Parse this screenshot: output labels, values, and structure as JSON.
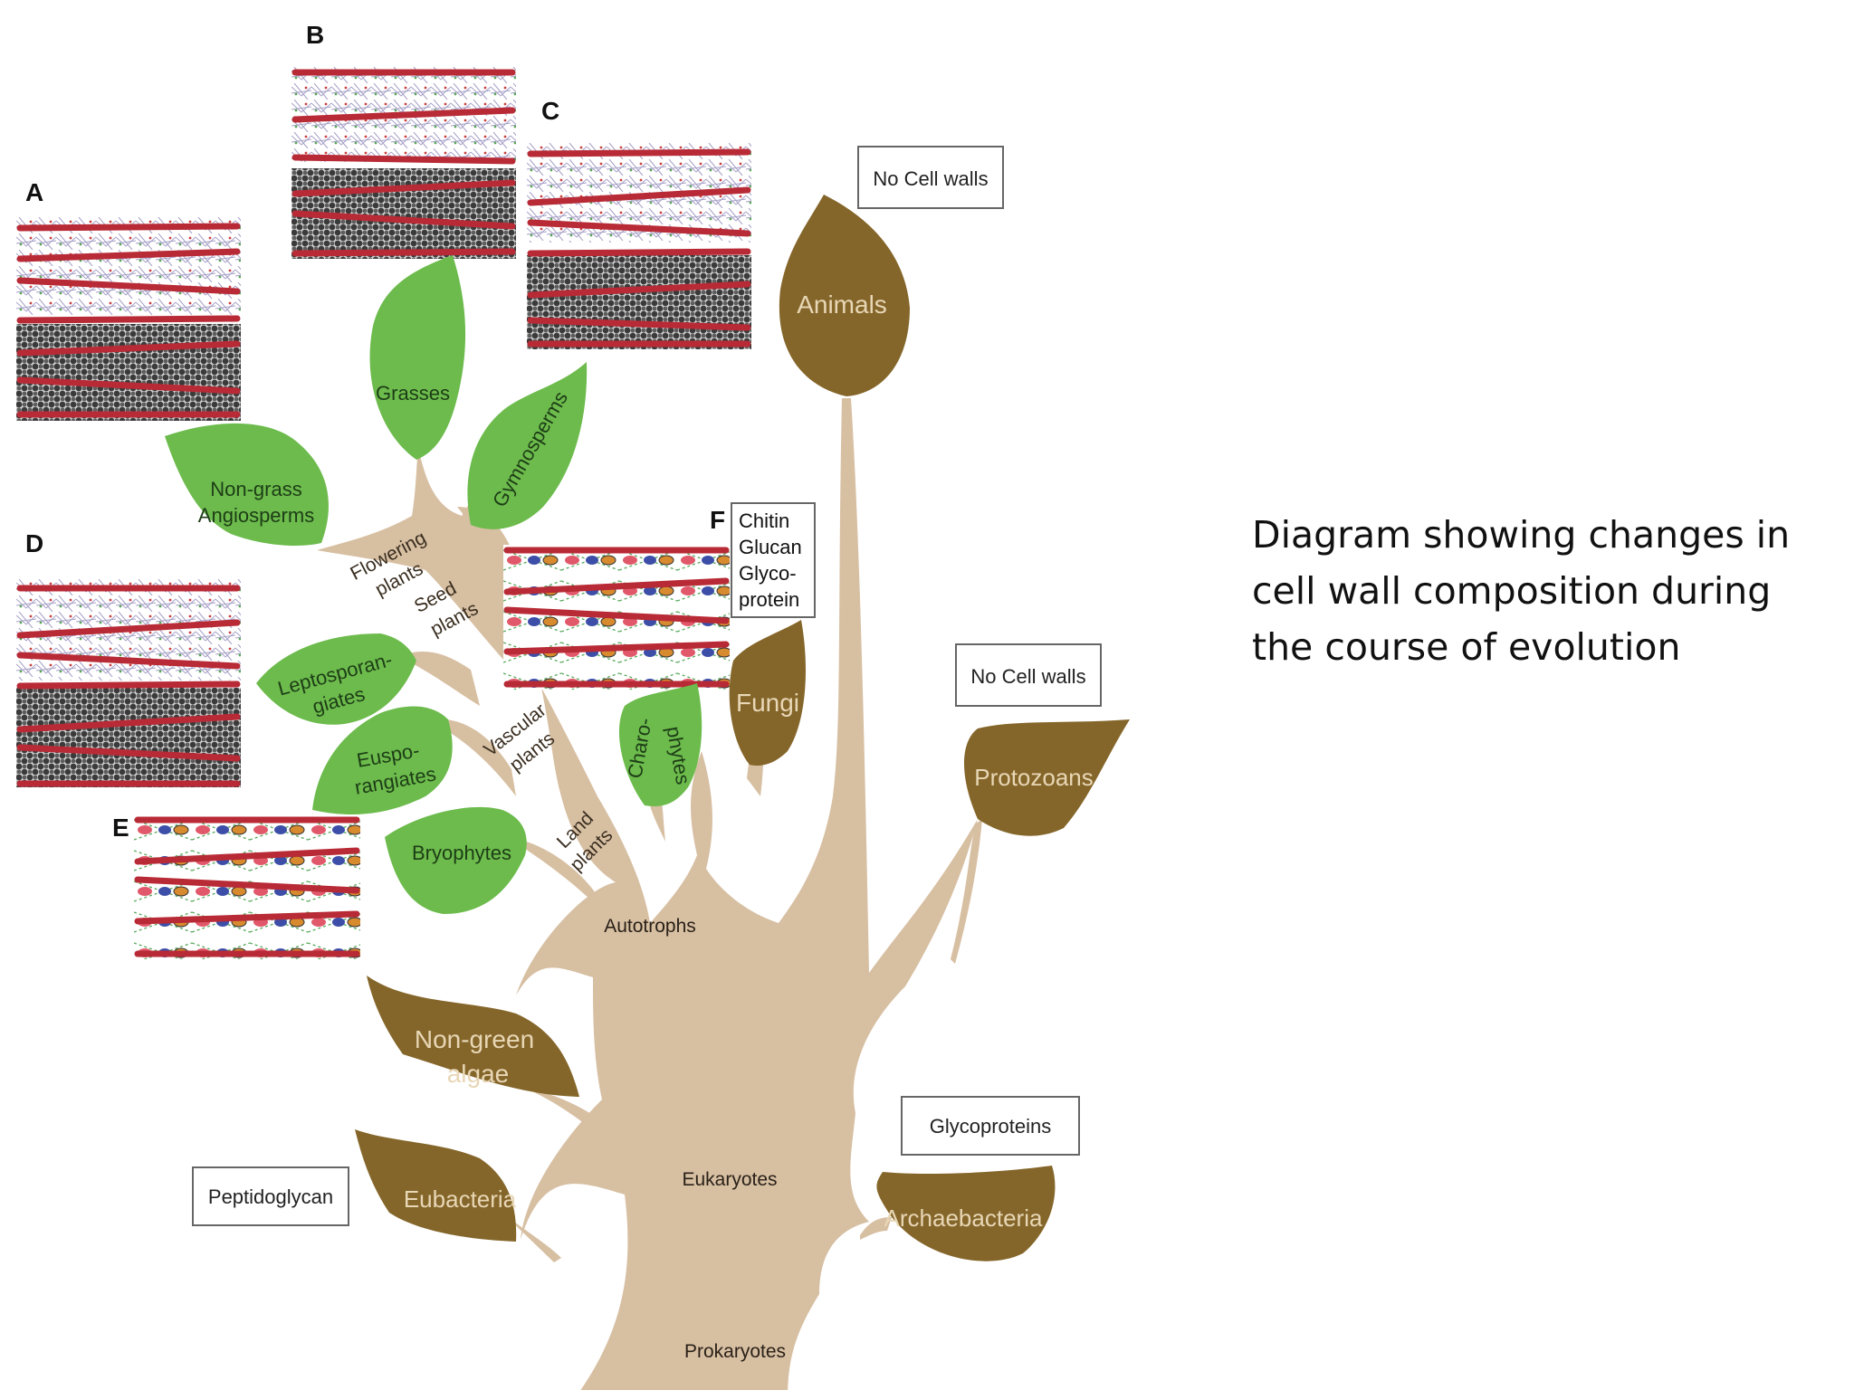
{
  "caption": {
    "line1": "Diagram showing changes in",
    "line2": "cell wall composition during",
    "line3": "the course of evolution"
  },
  "colors": {
    "trunk": "#d7bfa2",
    "plant_leaf": "#6cbb4c",
    "brown_leaf": "#85662a",
    "fiber": "#b82a35",
    "lignin": "#444444"
  },
  "panel_letters": {
    "a": "A",
    "b": "B",
    "c": "C",
    "d": "D",
    "e": "E",
    "f": "F"
  },
  "boxes": {
    "no_cell_walls_top": "No Cell walls",
    "no_cell_walls_mid": "No Cell walls",
    "peptidoglycan": "Peptidoglycan",
    "glycoproteins": "Glycoproteins",
    "fungi_wall": [
      "Chitin",
      "Glucan",
      "Glyco-",
      "protein"
    ]
  },
  "leaves": {
    "grasses": "Grasses",
    "gymnosperms": "Gymnosperms",
    "non_grass": [
      "Non-grass",
      "Angiosperms"
    ],
    "leptosporangiates": [
      "Leptosporan-",
      "giates"
    ],
    "eusporangiates": [
      "Euspo-",
      "rangiates"
    ],
    "bryophytes": "Bryophytes",
    "charophytes": [
      "Charo-",
      "phytes"
    ],
    "fungi": "Fungi",
    "animals": "Animals",
    "protozoans": "Protozoans",
    "non_green_algae": [
      "Non-green",
      "algae"
    ],
    "eubacteria": "Eubacteria",
    "archaebacteria": "Archaebacteria"
  },
  "branches": {
    "flowering": [
      "Flowering",
      "plants"
    ],
    "seed": [
      "Seed",
      "plants"
    ],
    "vascular": [
      "Vascular",
      "plants"
    ],
    "land": [
      "Land",
      "plants"
    ],
    "autotrophs": "Autotrophs",
    "eukaryotes": "Eukaryotes",
    "prokaryotes": "Prokaryotes"
  }
}
